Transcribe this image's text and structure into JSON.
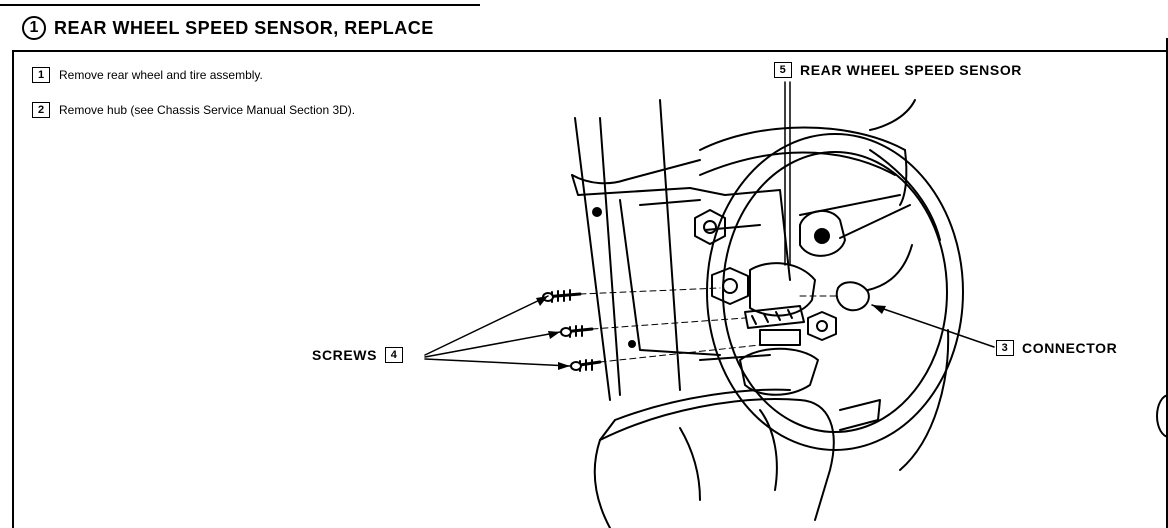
{
  "section": {
    "number": "1",
    "title": "REAR WHEEL SPEED SENSOR, REPLACE"
  },
  "steps": [
    {
      "number": "1",
      "text": "Remove rear wheel and tire assembly."
    },
    {
      "number": "2",
      "text": "Remove hub (see Chassis Service Manual Section 3D)."
    }
  ],
  "callouts": {
    "sensor": {
      "number": "5",
      "label": "REAR WHEEL SPEED SENSOR"
    },
    "connector": {
      "number": "3",
      "label": "CONNECTOR"
    },
    "screws": {
      "number": "4",
      "label": "SCREWS"
    }
  }
}
